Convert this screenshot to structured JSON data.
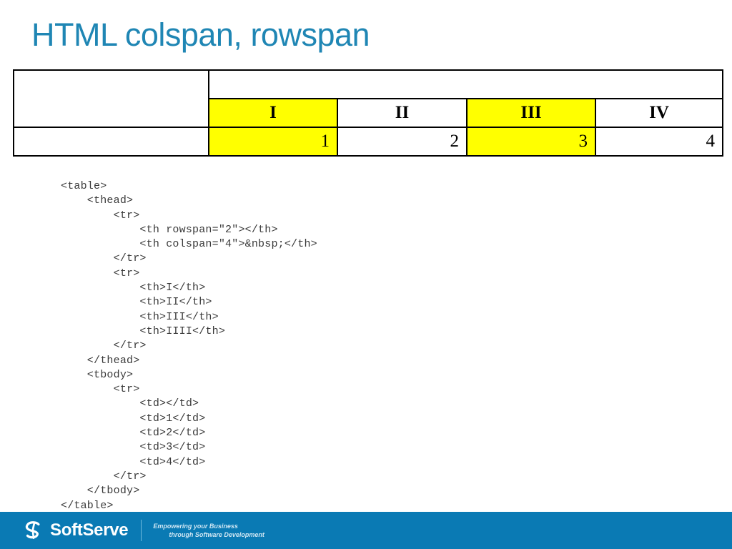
{
  "slide": {
    "title": "HTML colspan, rowspan",
    "title_color": "#1F86B4"
  },
  "demo_table": {
    "highlight_color": "#FFFF00",
    "border_color": "#000000",
    "rowspan_cell": "",
    "colspan_cell": "",
    "headers": [
      {
        "label": "I",
        "highlighted": true
      },
      {
        "label": "II",
        "highlighted": false
      },
      {
        "label": "III",
        "highlighted": true
      },
      {
        "label": "IV",
        "highlighted": false
      }
    ],
    "body_row": {
      "first_cell": "",
      "cells": [
        {
          "value": "1",
          "highlighted": true
        },
        {
          "value": "2",
          "highlighted": false
        },
        {
          "value": "3",
          "highlighted": true
        },
        {
          "value": "4",
          "highlighted": false
        }
      ]
    }
  },
  "code": {
    "text": "<table>\n    <thead>\n        <tr>\n            <th rowspan=\"2\"></th>\n            <th colspan=\"4\">&nbsp;</th>\n        </tr>\n        <tr>\n            <th>I</th>\n            <th>II</th>\n            <th>III</th>\n            <th>IIII</th>\n        </tr>\n    </thead>\n    <tbody>\n        <tr>\n            <td></td>\n            <td>1</td>\n            <td>2</td>\n            <td>3</td>\n            <td>4</td>\n        </tr>\n    </tbody>\n</table>"
  },
  "footer": {
    "bar_color": "#0A7AB4",
    "logo_name": "SoftServe",
    "tagline_line1": "Empowering your Business",
    "tagline_line2": "through Software Development"
  }
}
